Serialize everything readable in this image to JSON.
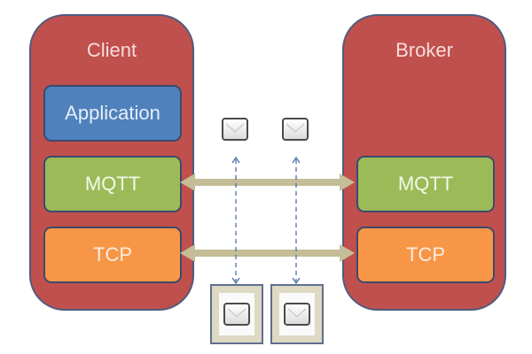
{
  "diagram": {
    "client": {
      "title": "Client",
      "layers": [
        "Application",
        "MQTT",
        "TCP"
      ]
    },
    "broker": {
      "title": "Broker",
      "layers": [
        "MQTT",
        "TCP"
      ]
    },
    "connections": [
      {
        "from": "client.MQTT",
        "to": "broker.MQTT",
        "style": "bidirectional"
      },
      {
        "from": "client.TCP",
        "to": "broker.TCP",
        "style": "bidirectional"
      }
    ],
    "messages": {
      "in_transit": [
        "message",
        "message"
      ],
      "queued": [
        "message",
        "message"
      ]
    },
    "colors": {
      "node": "#c0504d",
      "application": "#4f81bd",
      "mqtt": "#9bbb59",
      "tcp": "#f79646",
      "connector": "#c4bd97",
      "dashed_arrow": "#4f6fa8"
    }
  }
}
